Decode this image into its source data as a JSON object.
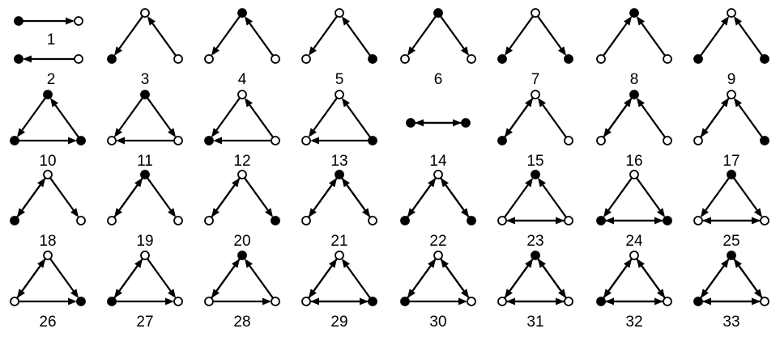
{
  "motifs": [
    {
      "label": "1",
      "nodes": [
        "b",
        "w"
      ],
      "edges": [
        [
          0,
          1
        ]
      ]
    },
    {
      "label": "2",
      "nodes": [
        "b",
        "w"
      ],
      "edges": [
        [
          1,
          0
        ]
      ]
    },
    {
      "label": "3",
      "nodes": [
        "w",
        "b",
        "w"
      ],
      "edges": [
        [
          0,
          1
        ],
        [
          2,
          0
        ]
      ]
    },
    {
      "label": "4",
      "nodes": [
        "b",
        "w",
        "w"
      ],
      "edges": [
        [
          0,
          1
        ],
        [
          2,
          0
        ]
      ]
    },
    {
      "label": "5",
      "nodes": [
        "w",
        "w",
        "b"
      ],
      "edges": [
        [
          0,
          1
        ],
        [
          2,
          0
        ]
      ]
    },
    {
      "label": "6",
      "nodes": [
        "b",
        "w",
        "w"
      ],
      "edges": [
        [
          0,
          1
        ],
        [
          0,
          2
        ]
      ]
    },
    {
      "label": "7",
      "nodes": [
        "w",
        "b",
        "b"
      ],
      "edges": [
        [
          0,
          1
        ],
        [
          0,
          2
        ]
      ]
    },
    {
      "label": "8",
      "nodes": [
        "b",
        "w",
        "w"
      ],
      "edges": [
        [
          1,
          0
        ],
        [
          2,
          0
        ]
      ]
    },
    {
      "label": "9",
      "nodes": [
        "w",
        "b",
        "b"
      ],
      "edges": [
        [
          1,
          0
        ],
        [
          2,
          0
        ]
      ]
    },
    {
      "label": "10",
      "nodes": [
        "b",
        "b",
        "b"
      ],
      "edges": [
        [
          0,
          1
        ],
        [
          2,
          0
        ],
        [
          1,
          2
        ]
      ]
    },
    {
      "label": "11",
      "nodes": [
        "b",
        "w",
        "w"
      ],
      "edges": [
        [
          0,
          1
        ],
        [
          0,
          2
        ],
        [
          2,
          1
        ]
      ]
    },
    {
      "label": "12",
      "nodes": [
        "w",
        "b",
        "w"
      ],
      "edges": [
        [
          0,
          1
        ],
        [
          2,
          0
        ],
        [
          2,
          1
        ]
      ]
    },
    {
      "label": "13",
      "nodes": [
        "w",
        "w",
        "b"
      ],
      "edges": [
        [
          0,
          1
        ],
        [
          2,
          0
        ],
        [
          2,
          1
        ]
      ]
    },
    {
      "label": "14",
      "nodes": [
        "b",
        "b"
      ],
      "edges": [
        [
          0,
          1
        ],
        [
          1,
          0
        ]
      ]
    },
    {
      "label": "15",
      "nodes": [
        "w",
        "b",
        "w"
      ],
      "edges": [
        [
          0,
          1
        ],
        [
          1,
          0
        ],
        [
          2,
          0
        ]
      ]
    },
    {
      "label": "16",
      "nodes": [
        "b",
        "w",
        "w"
      ],
      "edges": [
        [
          0,
          1
        ],
        [
          1,
          0
        ],
        [
          2,
          0
        ]
      ]
    },
    {
      "label": "17",
      "nodes": [
        "w",
        "w",
        "b"
      ],
      "edges": [
        [
          0,
          1
        ],
        [
          1,
          0
        ],
        [
          2,
          0
        ]
      ]
    },
    {
      "label": "18",
      "nodes": [
        "w",
        "b",
        "w"
      ],
      "edges": [
        [
          0,
          1
        ],
        [
          1,
          0
        ],
        [
          0,
          2
        ]
      ]
    },
    {
      "label": "19",
      "nodes": [
        "b",
        "w",
        "w"
      ],
      "edges": [
        [
          0,
          1
        ],
        [
          1,
          0
        ],
        [
          0,
          2
        ]
      ]
    },
    {
      "label": "20",
      "nodes": [
        "w",
        "w",
        "b"
      ],
      "edges": [
        [
          0,
          1
        ],
        [
          1,
          0
        ],
        [
          0,
          2
        ]
      ]
    },
    {
      "label": "21",
      "nodes": [
        "b",
        "w",
        "w"
      ],
      "edges": [
        [
          0,
          1
        ],
        [
          1,
          0
        ],
        [
          0,
          2
        ],
        [
          2,
          0
        ]
      ]
    },
    {
      "label": "22",
      "nodes": [
        "w",
        "b",
        "b"
      ],
      "edges": [
        [
          0,
          1
        ],
        [
          1,
          0
        ],
        [
          0,
          2
        ],
        [
          2,
          0
        ]
      ]
    },
    {
      "label": "23",
      "nodes": [
        "b",
        "w",
        "w"
      ],
      "edges": [
        [
          1,
          0
        ],
        [
          2,
          0
        ],
        [
          1,
          2
        ],
        [
          2,
          1
        ]
      ]
    },
    {
      "label": "24",
      "nodes": [
        "w",
        "b",
        "b"
      ],
      "edges": [
        [
          0,
          1
        ],
        [
          0,
          2
        ],
        [
          1,
          2
        ],
        [
          2,
          1
        ]
      ]
    },
    {
      "label": "25",
      "nodes": [
        "b",
        "w",
        "w"
      ],
      "edges": [
        [
          0,
          1
        ],
        [
          0,
          2
        ],
        [
          1,
          2
        ],
        [
          2,
          1
        ]
      ]
    },
    {
      "label": "26",
      "nodes": [
        "w",
        "w",
        "b"
      ],
      "edges": [
        [
          0,
          1
        ],
        [
          1,
          0
        ],
        [
          0,
          2
        ],
        [
          1,
          2
        ]
      ]
    },
    {
      "label": "27",
      "nodes": [
        "w",
        "b",
        "w"
      ],
      "edges": [
        [
          0,
          1
        ],
        [
          1,
          0
        ],
        [
          0,
          2
        ],
        [
          1,
          2
        ]
      ]
    },
    {
      "label": "28",
      "nodes": [
        "b",
        "w",
        "w"
      ],
      "edges": [
        [
          0,
          1
        ],
        [
          1,
          0
        ],
        [
          2,
          0
        ],
        [
          1,
          2
        ]
      ]
    },
    {
      "label": "29",
      "nodes": [
        "w",
        "w",
        "b"
      ],
      "edges": [
        [
          0,
          1
        ],
        [
          1,
          0
        ],
        [
          2,
          0
        ],
        [
          1,
          2
        ],
        [
          2,
          1
        ]
      ]
    },
    {
      "label": "30",
      "nodes": [
        "w",
        "b",
        "w"
      ],
      "edges": [
        [
          0,
          1
        ],
        [
          1,
          0
        ],
        [
          0,
          2
        ],
        [
          2,
          0
        ],
        [
          1,
          2
        ]
      ]
    },
    {
      "label": "31",
      "nodes": [
        "b",
        "w",
        "w"
      ],
      "edges": [
        [
          0,
          1
        ],
        [
          1,
          0
        ],
        [
          0,
          2
        ],
        [
          2,
          0
        ],
        [
          1,
          2
        ],
        [
          2,
          1
        ]
      ]
    },
    {
      "label": "32",
      "nodes": [
        "w",
        "b",
        "w"
      ],
      "edges": [
        [
          0,
          1
        ],
        [
          1,
          0
        ],
        [
          0,
          2
        ],
        [
          2,
          0
        ],
        [
          1,
          2
        ],
        [
          2,
          1
        ]
      ]
    },
    {
      "label": "33",
      "nodes": [
        "b",
        "b",
        "w"
      ],
      "edges": [
        [
          0,
          1
        ],
        [
          1,
          0
        ],
        [
          0,
          2
        ],
        [
          2,
          0
        ],
        [
          1,
          2
        ],
        [
          2,
          1
        ]
      ]
    }
  ]
}
